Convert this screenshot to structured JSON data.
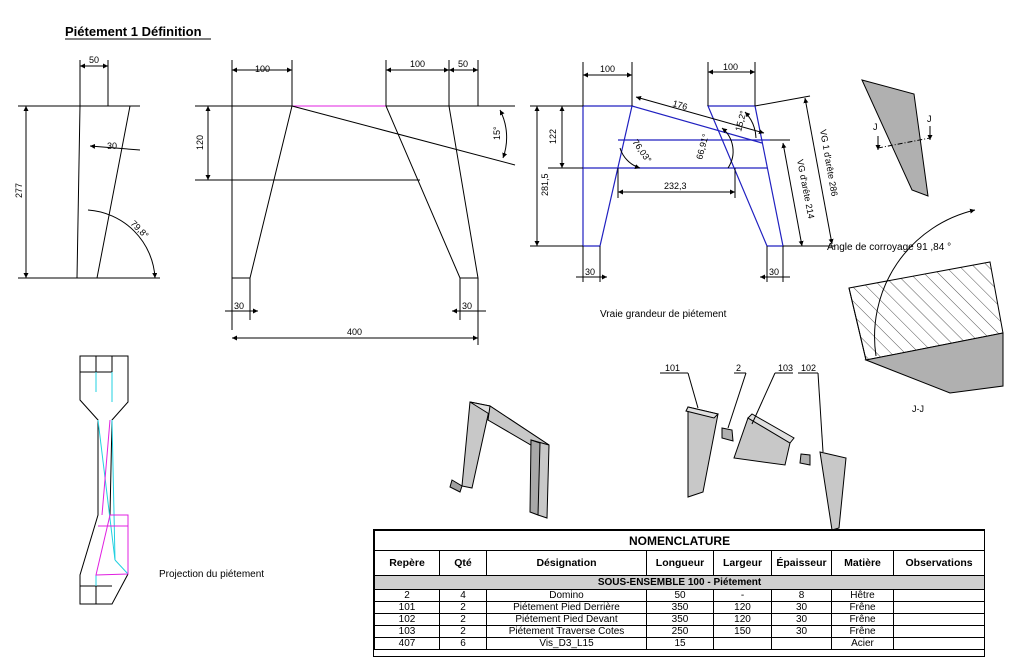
{
  "title": "Piétement 1 Définition",
  "view1": {
    "dims": [
      "50",
      "30",
      "277",
      "79,8°"
    ]
  },
  "view2": {
    "dims": [
      "100",
      "100",
      "50",
      "120",
      "15°",
      "30",
      "30",
      "400"
    ]
  },
  "view3": {
    "dims": [
      "100",
      "100",
      "176",
      "122",
      "281,5",
      "76,03°",
      "66,91°",
      "15,2°",
      "232,3",
      "30",
      "30"
    ],
    "vg1": "VG 1  d'arête 286",
    "vg2": "VG d'arête 214",
    "caption": "Vraie grandeur de piétement"
  },
  "section": {
    "angle_label": "Angle de corroyage 91 ,84 °",
    "mark_left": "J",
    "mark_right": "J",
    "caption": "J-J"
  },
  "projection_caption": "Projection du piétement",
  "callouts": [
    "101",
    "2",
    "103",
    "102"
  ],
  "bom": {
    "title": "NOMENCLATURE",
    "headers": [
      "Repère",
      "Qté",
      "Désignation",
      "Longueur",
      "Largeur",
      "Épaisseur",
      "Matière",
      "Observations"
    ],
    "subassembly": "SOUS-ENSEMBLE 100 - Piétement",
    "rows": [
      [
        "2",
        "4",
        "Domino",
        "50",
        "-",
        "8",
        "Hêtre",
        ""
      ],
      [
        "101",
        "2",
        "Piétement Pied Derrière",
        "350",
        "120",
        "30",
        "Frêne",
        ""
      ],
      [
        "102",
        "2",
        "Piétement Pied Devant",
        "350",
        "120",
        "30",
        "Frêne",
        ""
      ],
      [
        "103",
        "2",
        "Piétement Traverse Cotes",
        "250",
        "150",
        "30",
        "Frêne",
        ""
      ],
      [
        "407",
        "6",
        "Vis_D3_L15",
        "15",
        "",
        "",
        "Acier",
        ""
      ]
    ]
  },
  "colors": {
    "ink": "#000000",
    "blue_profile": "#2020c0",
    "magenta": "#e020e0",
    "cyan": "#20d0e0",
    "part_grey": "#c8c8c8",
    "section_grey": "#b0b0b0"
  }
}
